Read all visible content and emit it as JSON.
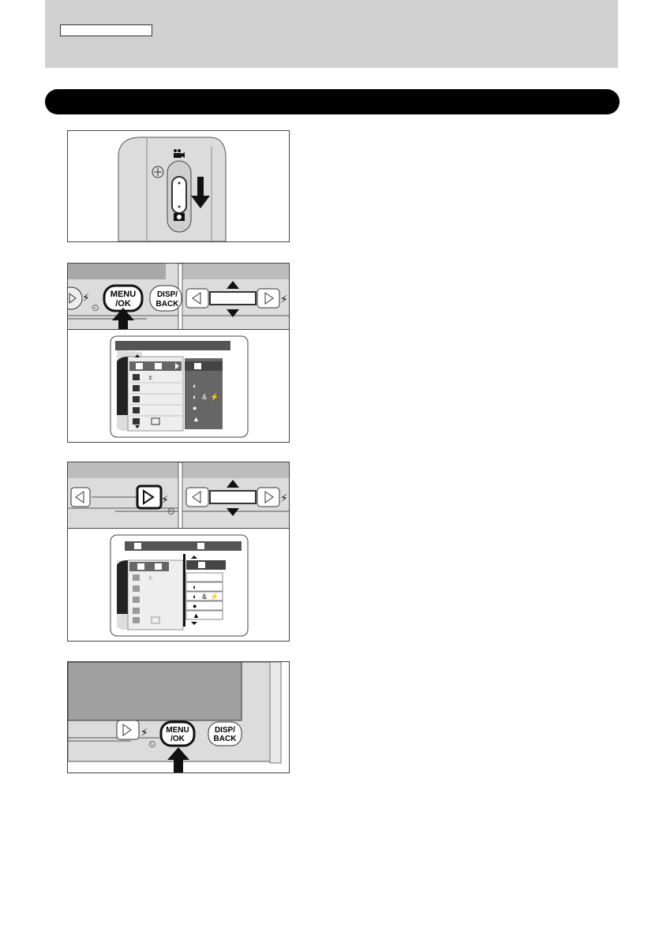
{
  "steps": [
    {
      "name": "step-1-mode-switch"
    },
    {
      "name": "step-2-menu-button"
    },
    {
      "name": "step-3-select-scene"
    },
    {
      "name": "step-4-confirm"
    }
  ],
  "buttons": {
    "menu_ok_line1": "MENU",
    "menu_ok_line2": "/OK",
    "disp_back_line1": "DISP/",
    "disp_back_line2": "BACK"
  },
  "menu_symbols": {
    "plus_minus": "±",
    "and_flash": "&"
  },
  "icons": [
    "movie-icon",
    "camera-icon",
    "arrow-down-icon",
    "arrow-up-icon",
    "flash-icon",
    "self-timer-icon",
    "scene-portrait-icon",
    "scene-night-icon",
    "scene-flower-icon",
    "scene-landscape-icon"
  ]
}
